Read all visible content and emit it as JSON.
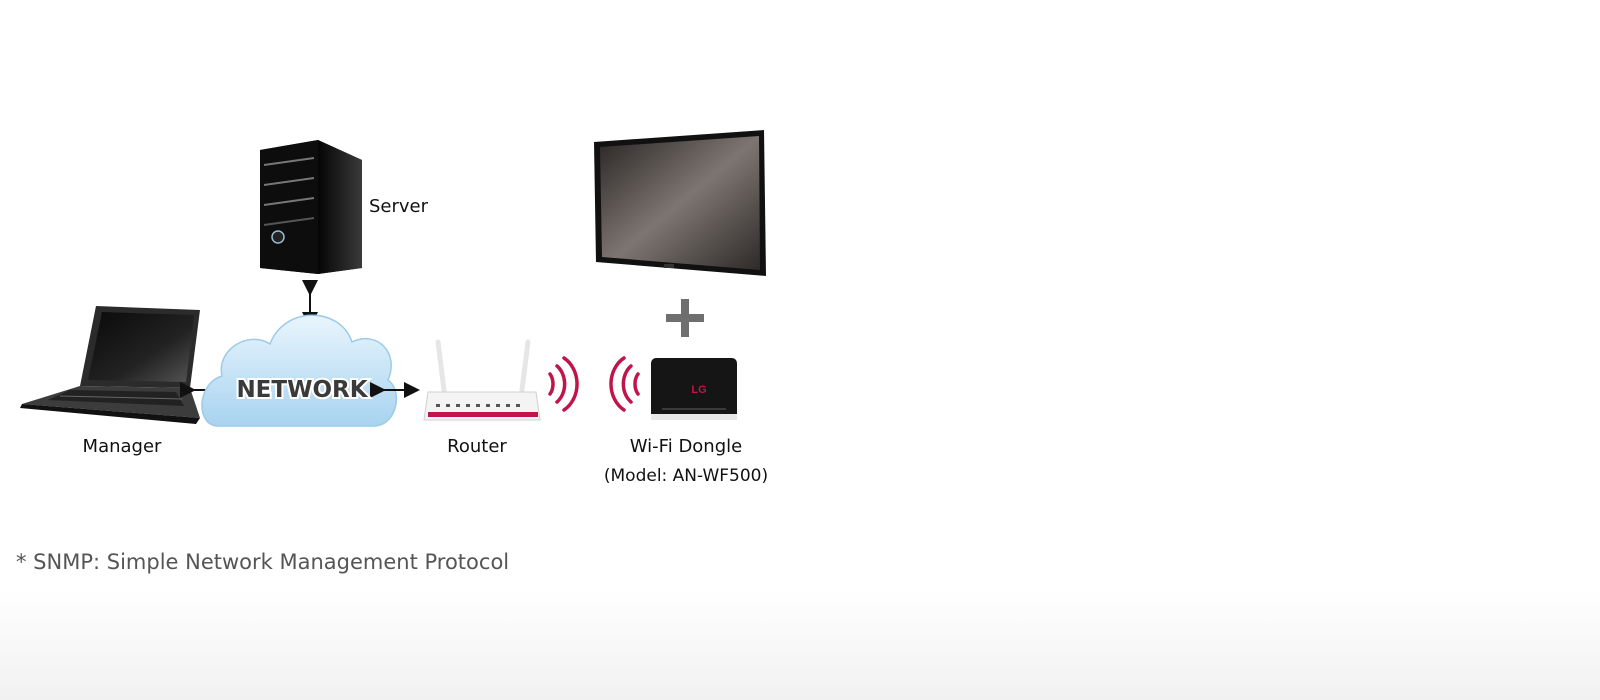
{
  "labels": {
    "server": "Server",
    "manager": "Manager",
    "network": "NETWORK",
    "router": "Router",
    "dongle": "Wi-Fi Dongle",
    "dongle_model": "(Model: AN-WF500)",
    "dongle_logo": "LG"
  },
  "footnote": "* SNMP: Simple Network Management Protocol",
  "colors": {
    "wifi_waves": "#c0154a",
    "plus": "#6f6f6f",
    "cloud": "#bfe0f5"
  }
}
